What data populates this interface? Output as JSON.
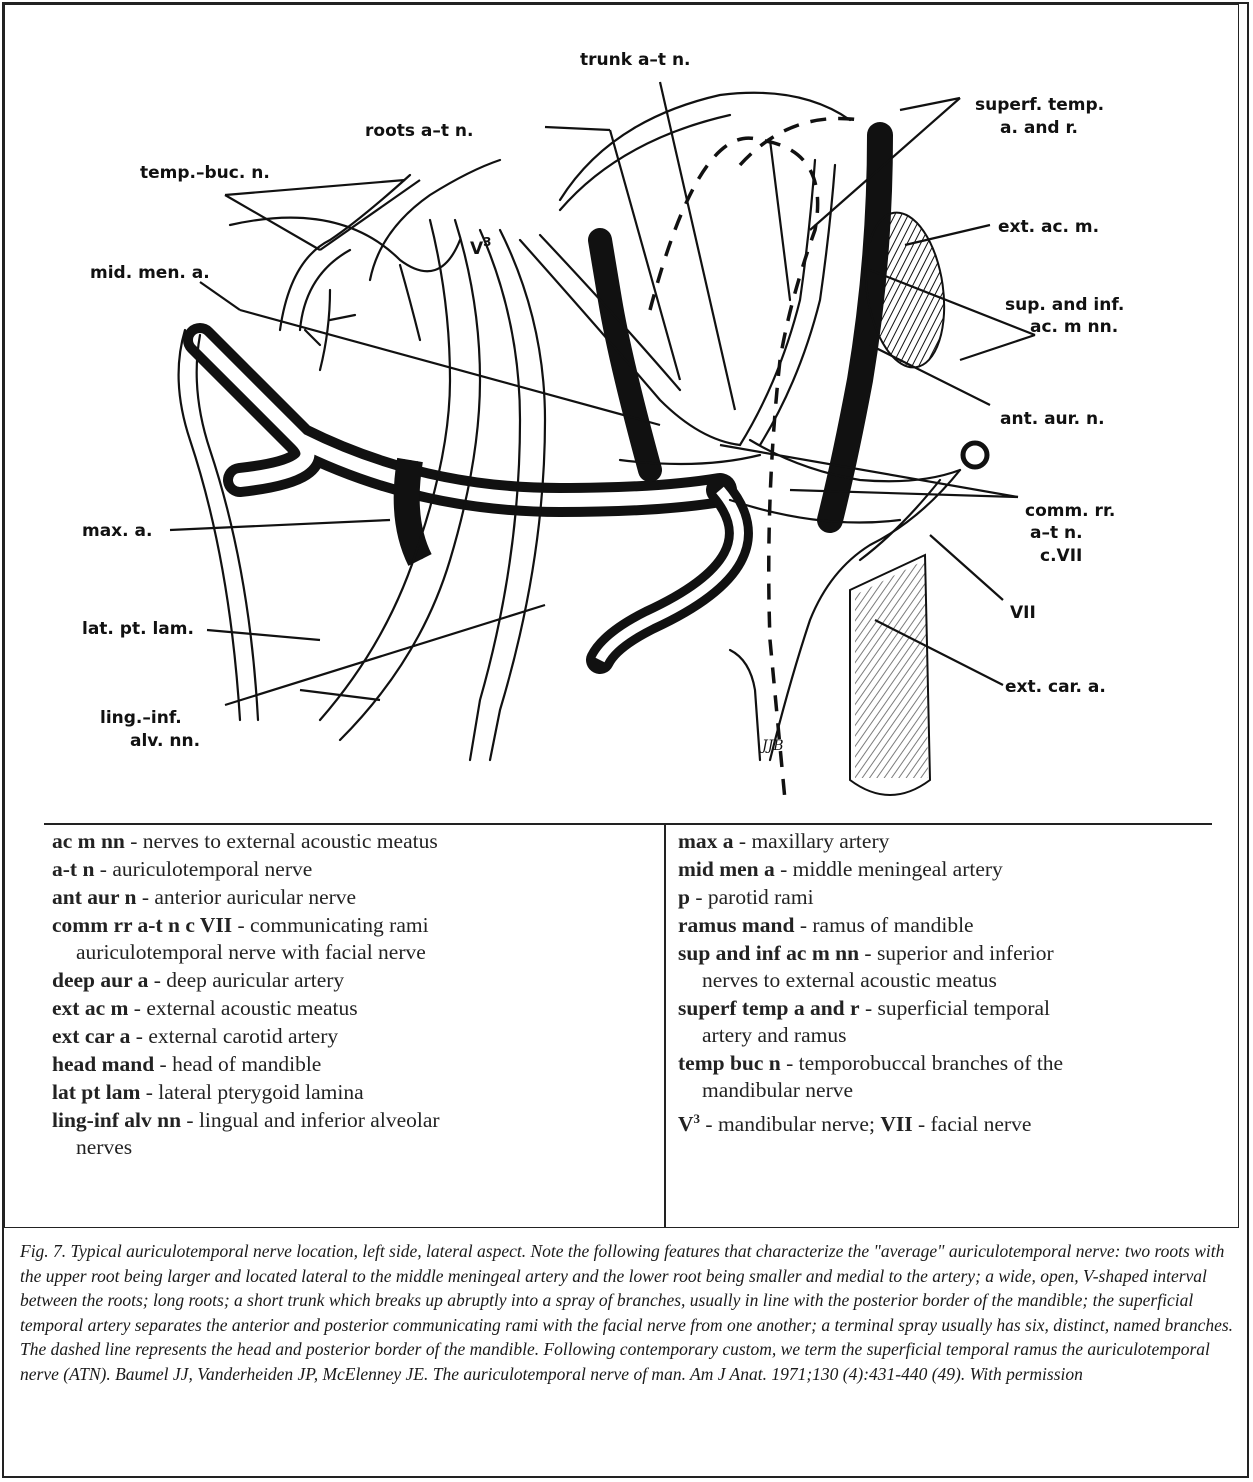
{
  "figure": {
    "labels": {
      "trunk": "trunk a–t n.",
      "roots": "roots a–t n.",
      "temp_buc": "temp.–buc. n.",
      "v3": "V",
      "v3_sup": "3",
      "mid_men": "mid. men. a.",
      "superf_temp_1": "superf. temp.",
      "superf_temp_2": "a. and r.",
      "ext_ac_m": "ext. ac. m.",
      "sup_inf_1": "sup. and inf.",
      "sup_inf_2": "ac. m nn.",
      "ant_aur": "ant. aur. n.",
      "comm_1": "comm. rr.",
      "comm_2": "a–t n.",
      "comm_3": "c.VII",
      "max_a": "max. a.",
      "vii": "VII",
      "lat_pt": "lat. pt. lam.",
      "ling_1": "ling.–inf.",
      "ling_2": "alv. nn.",
      "ext_car": "ext. car. a.",
      "signature": "JJB"
    }
  },
  "legend": {
    "left": [
      {
        "term": "ac m nn",
        "def": " - nerves to external acoustic meatus",
        "cont": ""
      },
      {
        "term": "a-t n",
        "def": " - auriculotemporal nerve",
        "cont": ""
      },
      {
        "term": "ant aur n",
        "def": " - anterior auricular nerve",
        "cont": ""
      },
      {
        "term": "comm rr a-t n c VII",
        "def": " - communicating rami",
        "cont": "auriculotemporal nerve with facial nerve"
      },
      {
        "term": "deep aur a",
        "def": " - deep auricular artery",
        "cont": ""
      },
      {
        "term": "ext ac m",
        "def": " - external acoustic meatus",
        "cont": ""
      },
      {
        "term": "ext car a",
        "def": " - external carotid artery",
        "cont": ""
      },
      {
        "term": "head mand",
        "def": " - head of mandible",
        "cont": ""
      },
      {
        "term": "lat pt lam",
        "def": " - lateral pterygoid lamina",
        "cont": ""
      },
      {
        "term": "ling-inf alv nn",
        "def": " - lingual and inferior alveolar",
        "cont": "nerves"
      }
    ],
    "right": [
      {
        "term": "max a",
        "def": " - maxillary artery",
        "cont": ""
      },
      {
        "term": "mid men a",
        "def": " - middle meningeal artery",
        "cont": ""
      },
      {
        "term": "p",
        "def": " - parotid rami",
        "cont": ""
      },
      {
        "term": "ramus mand",
        "def": " - ramus of mandible",
        "cont": ""
      },
      {
        "term": "sup and inf ac m nn",
        "def": " - superior and inferior",
        "cont": "nerves to external acoustic meatus"
      },
      {
        "term": "superf temp a and r",
        "def": " - superficial temporal",
        "cont": "artery and ramus"
      },
      {
        "term": "temp buc n",
        "def": " - temporobuccal branches of the",
        "cont": "mandibular nerve"
      }
    ],
    "last_right": {
      "v_term": "V",
      "v_sup": "3",
      "v_def": " - mandibular nerve; ",
      "vii_term": "VII",
      "vii_def": " - facial nerve"
    }
  },
  "caption": "Fig. 7. Typical auriculotemporal nerve location, left side, lateral aspect. Note the following features that characterize the \"average\" auriculotemporal nerve: two roots with the upper root being larger and located lateral to the middle meningeal artery and the lower root being smaller and medial to the artery; a wide, open, V-shaped interval between the roots; long roots; a short trunk which breaks up abruptly into a spray of branches, usually in line with the posterior border of the mandible; the superficial temporal artery separates the anterior and posterior communicating rami with the facial nerve from one another; a terminal spray usually has six, distinct, named branches. The dashed line represents the head and posterior border of the mandible. Following contemporary custom, we term the superficial temporal ramus the auriculotemporal nerve (ATN). Baumel JJ, Vanderheiden JP, McElenney JE. The auriculotemporal nerve of man. Am J Anat. 1971;130 (4):431-440 (49). With permission"
}
